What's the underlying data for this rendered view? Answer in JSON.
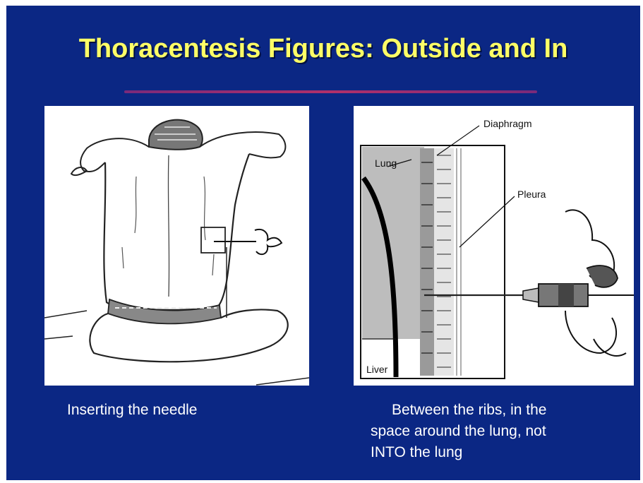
{
  "slide": {
    "title": "Thoracentesis Figures: Outside and In",
    "left_figure": {
      "caption": "Inserting the needle"
    },
    "right_figure": {
      "labels": {
        "diaphragm": "Diaphragm",
        "lung": "Lung",
        "pleura": "Pleura",
        "liver": "Liver"
      },
      "caption_lines": [
        "Between the ribs, in the",
        "space around the lung, not",
        "INTO the lung"
      ]
    }
  },
  "colors": {
    "background": "#0b2784",
    "title": "#ffff66",
    "rule": "#b0306a",
    "caption": "#ffffff"
  }
}
